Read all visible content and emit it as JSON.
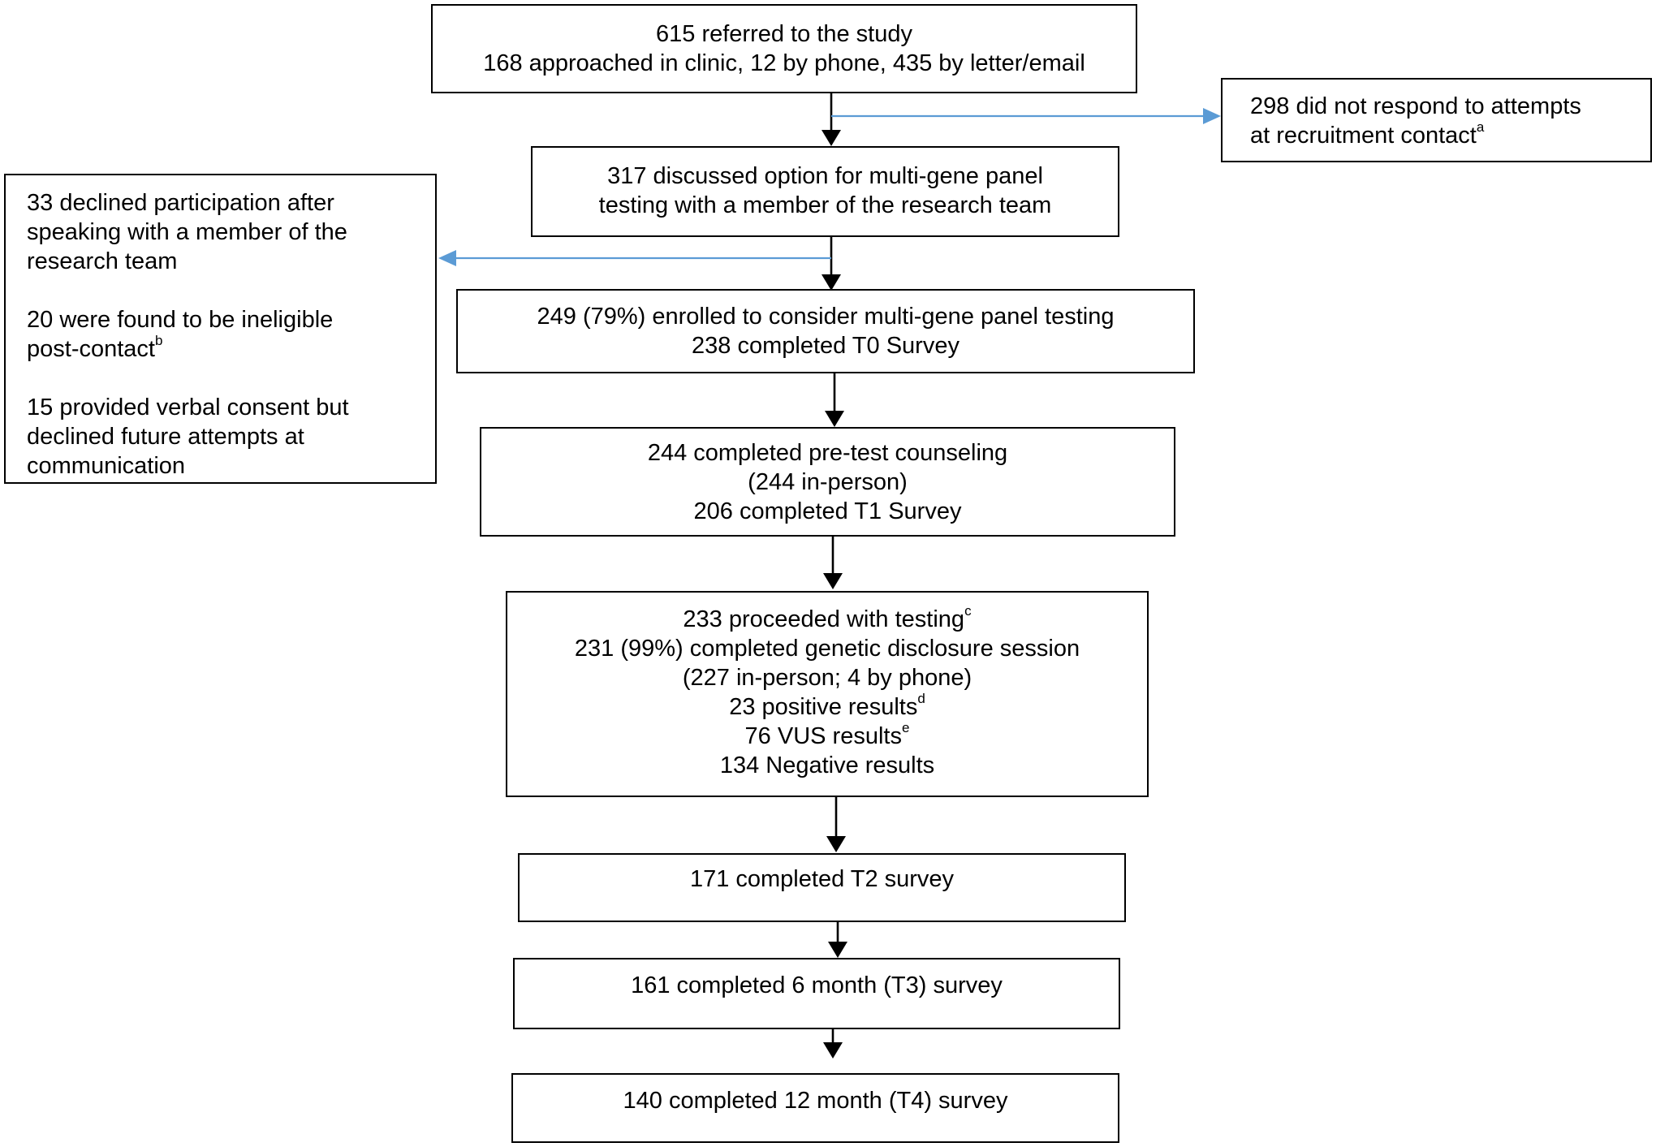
{
  "boxes": {
    "referred": {
      "lines": [
        "615 referred to the study",
        "168 approached in clinic, 12 by phone, 435 by letter/email"
      ]
    },
    "no_response": {
      "lines": [
        "298 did not respond to attempts",
        "at recruitment contact"
      ],
      "footnote": "a"
    },
    "discussed": {
      "lines": [
        "317 discussed option for multi-gene panel",
        "testing with a member of the research team"
      ]
    },
    "excluded": {
      "para1": [
        "33 declined participation after",
        "speaking with a member of the",
        "research team"
      ],
      "para2": [
        "20 were found to be ineligible",
        "post-contact"
      ],
      "para2_footnote": "b",
      "para3": [
        "15 provided verbal consent but",
        "declined future attempts at",
        "communication"
      ]
    },
    "enrolled": {
      "lines": [
        "249 (79%) enrolled to consider multi-gene panel testing",
        "238 completed T0 Survey"
      ]
    },
    "counseling": {
      "lines": [
        "244 completed pre-test counseling",
        "(244 in-person)",
        "206 completed T1 Survey"
      ]
    },
    "testing": {
      "line1": "233 proceeded with testing",
      "line1_footnote": "c",
      "line2": "231 (99%) completed genetic disclosure session",
      "line3": "(227 in-person; 4 by phone)",
      "line4": "23 positive results",
      "line4_footnote": "d",
      "line5": "76 VUS results",
      "line5_footnote": "e",
      "line6": "134 Negative results"
    },
    "t2": {
      "lines": [
        "171 completed T2 survey"
      ]
    },
    "t3": {
      "lines": [
        "161 completed 6 month (T3) survey"
      ]
    },
    "t4": {
      "lines": [
        "140 completed 12 month (T4) survey"
      ]
    }
  },
  "colors": {
    "main_arrow": "#000000",
    "exclusion_arrow": "#5b9bd5"
  }
}
